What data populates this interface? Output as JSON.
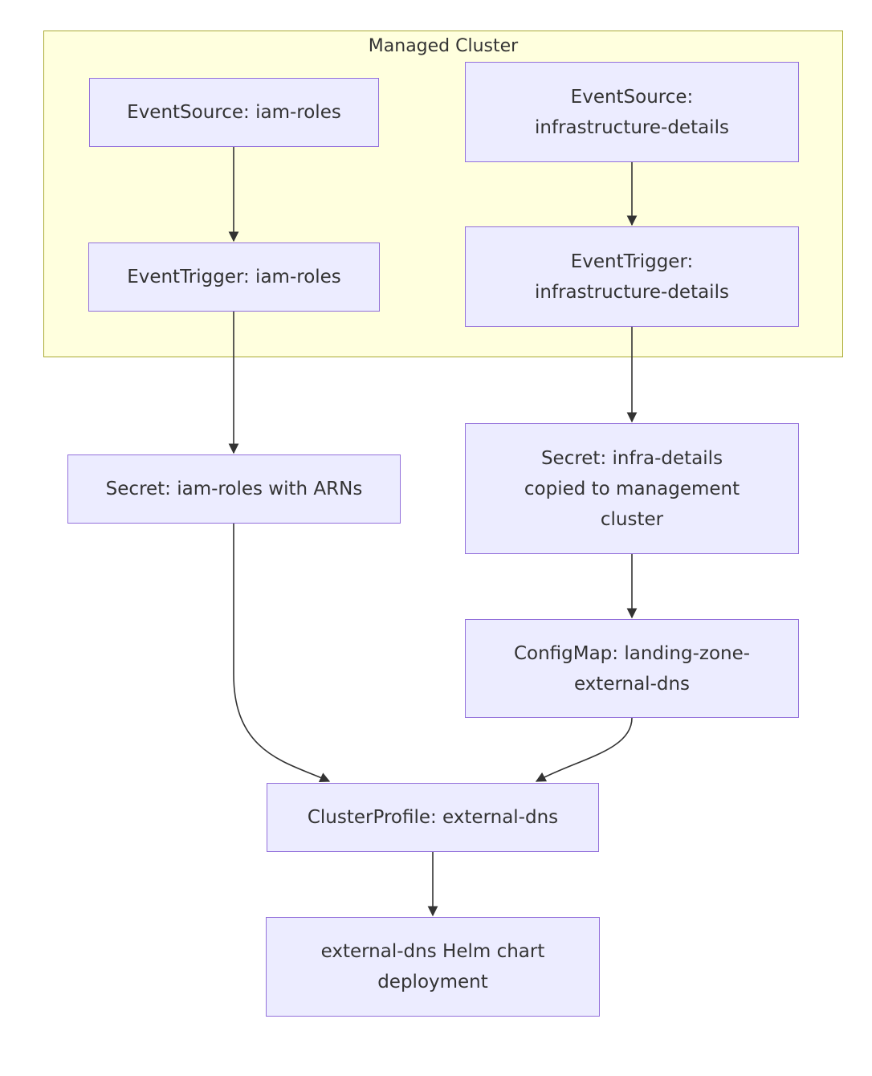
{
  "cluster": {
    "title": "Managed Cluster"
  },
  "nodes": {
    "es_iam": "EventSource: iam-roles",
    "et_iam": "EventTrigger: iam-roles",
    "es_infra": "EventSource:\ninfrastructure-details",
    "et_infra": "EventTrigger:\ninfrastructure-details",
    "secret_iam": "Secret: iam-roles with ARNs",
    "secret_infra": "Secret: infra-details\ncopied to management\ncluster",
    "configmap": "ConfigMap: landing-zone-\nexternal-dns",
    "cluster_profile": "ClusterProfile: external-dns",
    "helm": "external-dns Helm chart\ndeployment"
  },
  "edges": [
    {
      "from": "es_iam",
      "to": "et_iam"
    },
    {
      "from": "es_infra",
      "to": "et_infra"
    },
    {
      "from": "et_iam",
      "to": "secret_iam"
    },
    {
      "from": "et_infra",
      "to": "secret_infra"
    },
    {
      "from": "secret_infra",
      "to": "configmap"
    },
    {
      "from": "secret_iam",
      "to": "cluster_profile"
    },
    {
      "from": "configmap",
      "to": "cluster_profile"
    },
    {
      "from": "cluster_profile",
      "to": "helm"
    }
  ],
  "colors": {
    "cluster_fill": "#ffffde",
    "cluster_border": "#aaaa33",
    "node_fill": "#ececff",
    "node_border": "#9370db",
    "edge": "#333333"
  }
}
